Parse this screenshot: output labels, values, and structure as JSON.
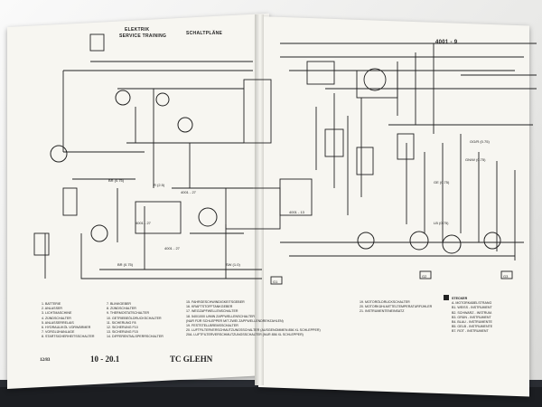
{
  "header": {
    "line1": "ELEKTRIK",
    "line2": "SERVICE TRAINING",
    "title": "SCHALTPLÄNE",
    "page_code": "4001 - 9"
  },
  "legend_left": [
    "1. BATTERIE",
    "2. ANLASSER",
    "3. LICHTMASCHINE",
    "4. ZÜNDSCHALTER",
    "5. ANLASSERRELAIS",
    "6. HYDRAULIKÖL VORWÄRMER",
    "7. VORGLÜHANLAGE",
    "8. STARTSICHERHEITSSCHALTER"
  ],
  "legend_mid": [
    "7. BLINKGEBER",
    "8. ZÜNDSCHALTER",
    "9. THERMOSTATSCHALTER",
    "10. GETRIEBEÖLDRUCKSCHALTER",
    "11. SICHERUNG F8",
    "12. SICHERUNG F10",
    "13. SICHERUNG F15",
    "14. DIFFERENTIALSPERRSCHALTER"
  ],
  "legend_center": [
    "15. FAHRGESCHWINDIGKEITSGEBER",
    "16. KRAFTSTOFFTANKGEBER",
    "17. WEGZAPFWELLENSCHALTER",
    "18. 540/1000 U/MIN ZAPFWELLENSCHALTER",
    "(NUR FÜR SCHLEPPER MIT ZWEI ZAPFWELLENDREHZAHLEN)",
    "19. FESTSTELLBREMSSCHALTER",
    "20. LUFTFILTERVERSCHMUTZUNGSSCHALTER (AUSGENOMMEN 856 XL SCHLEPPER)",
    "20A. LUFTFILTERVERSCHMUTZUNGSSCHALTER (NUR 856 XL SCHLEPPER)"
  ],
  "legend_right": [
    "19. MOTORÖLDRUCKSCHALTER",
    "20. MOTORKÜHLMITTELTEMPERATURFÜHLER",
    "21. INSTRUMENTENEINSATZ"
  ],
  "stecker": {
    "title": "STECKER",
    "items": [
      "A. MOTORKABELSTRANG",
      "B1. WEISS - INSTRUMENT",
      "B2. SCHWARZ - INSTRUM.",
      "B3. GRÜN - INSTRUMENT",
      "B4. BLAU - INSTRUMENTE",
      "B5. GELB - INSTRUMENTE",
      "B7. ROT - INSTRUMENT"
    ]
  },
  "footer": {
    "left_code": "12/83",
    "page_number": "10 - 20.1",
    "publisher": "TC GLEHN"
  },
  "diagram_labels": {
    "ground_labels": [
      "G1",
      "G2",
      "G3"
    ],
    "wire_labels": [
      "BR (0.75)",
      "SW (1.0)",
      "R (2.5)",
      "BR (0.75)",
      "GE (0.75)",
      "OG/R (0.75)",
      "LB (0.75)",
      "GN/W (0.75)"
    ],
    "part_numbers": [
      "4001 - 27",
      "4001 - 27",
      "4001 - 13",
      "4001 - 27"
    ]
  }
}
